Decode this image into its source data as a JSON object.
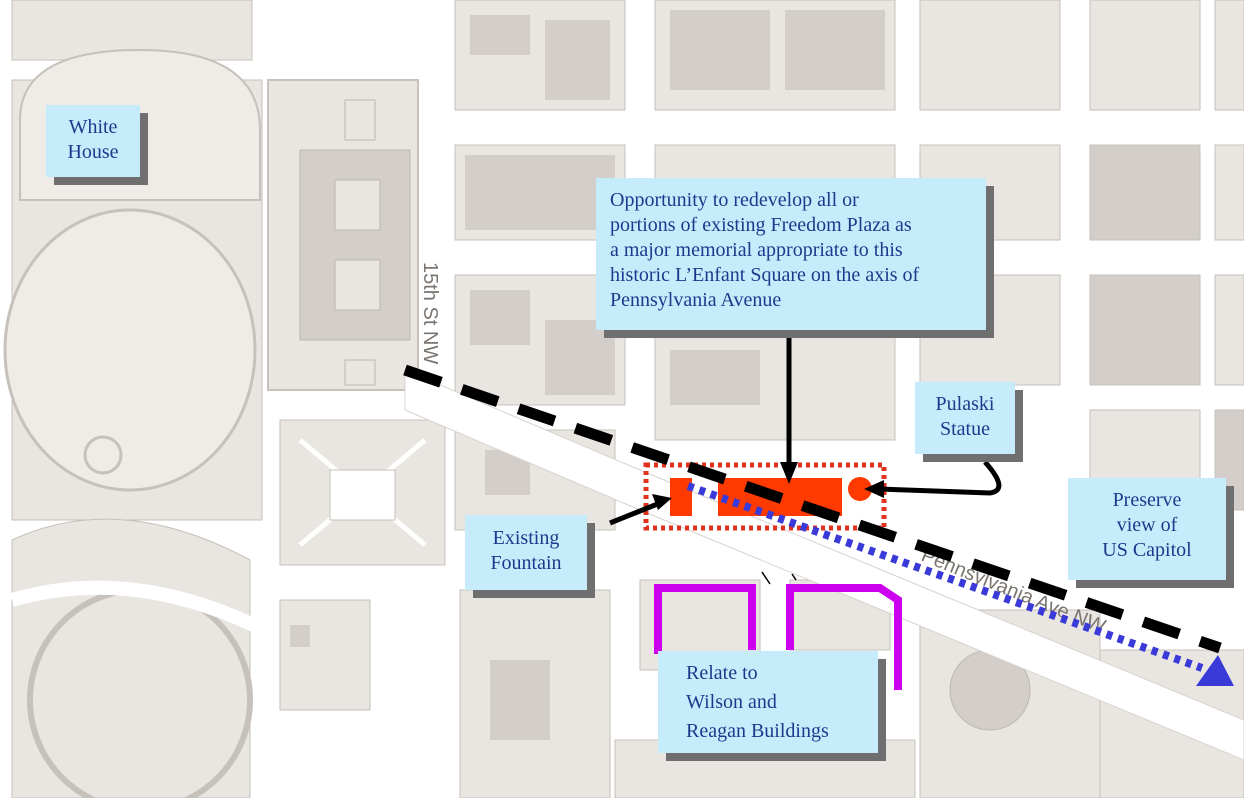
{
  "map": {
    "streets": {
      "fifteenth": "15th St NW",
      "pennsylvania": "Pennsylvania Ave NW"
    },
    "callouts": {
      "white_house": [
        "White",
        "House"
      ],
      "opportunity": [
        "Opportunity to redevelop all or",
        "portions of existing Freedom Plaza as",
        "a major memorial appropriate to this",
        "historic L’Enfant Square on the axis of",
        "Pennsylvania Avenue"
      ],
      "pulaski": [
        "Pulaski",
        "Statue"
      ],
      "existing_fountain": [
        "Existing",
        "Fountain"
      ],
      "preserve_view": [
        "Preserve",
        "view of",
        "US Capitol"
      ],
      "relate": [
        "Relate to",
        "Wilson and",
        "Reagan Buildings"
      ]
    },
    "colors": {
      "road": "#ffffff",
      "block": "#e9e5e1",
      "building": "#d3cec9",
      "outline": "#c6c1bb",
      "callout_fill": "#c6ecfb",
      "callout_text": "#1c3a8c",
      "shadow": "#6f6f6f",
      "plaza_red": "#ff3a00",
      "dotted_red": "#e0311e",
      "view_axis_blue": "#3a3ad8",
      "reagan_magenta": "#cc00ee"
    }
  }
}
